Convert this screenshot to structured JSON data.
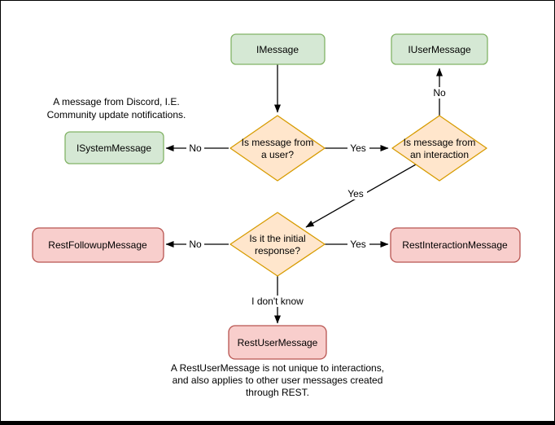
{
  "diagram": {
    "nodes": {
      "imessage": {
        "label": "IMessage",
        "color": "green"
      },
      "iusermessage": {
        "label": "IUserMessage",
        "color": "green"
      },
      "isystemmessage": {
        "label": "ISystemMessage",
        "color": "green"
      },
      "restfollowup": {
        "label": "RestFollowupMessage",
        "color": "red"
      },
      "restinteraction": {
        "label": "RestInteractionMessage",
        "color": "red"
      },
      "restuser": {
        "label": "RestUserMessage",
        "color": "red"
      }
    },
    "decisions": {
      "from_user": {
        "line1": "Is message from",
        "line2": "a user?",
        "color": "orange"
      },
      "from_interaction": {
        "line1": "Is message from",
        "line2": "an interaction",
        "color": "orange"
      },
      "initial_response": {
        "line1": "Is it the initial",
        "line2": "response?",
        "color": "orange"
      }
    },
    "edge_labels": {
      "interaction_to_iusermessage": "No",
      "user_to_interaction": "Yes",
      "user_to_isystemmessage": "No",
      "interaction_to_initial": "Yes",
      "initial_to_restfollowup": "No",
      "initial_to_restinteraction": "Yes",
      "initial_to_restuser": "I don't know"
    },
    "annotations": {
      "system_note": {
        "line1": "A message from Discord, I.E.",
        "line2": "Community update notifications."
      },
      "restuser_note": {
        "line1": "A RestUserMessage is not unique to interactions,",
        "line2": "and also applies to other user messages created",
        "line3": "through REST."
      }
    },
    "palette": {
      "green_fill": "#d5e8d4",
      "green_stroke": "#82b366",
      "orange_fill": "#ffe6cc",
      "orange_stroke": "#d79b00",
      "red_fill": "#f8cecc",
      "red_stroke": "#b85450",
      "edge_color": "#000000",
      "text_color": "#000000",
      "background": "#ffffff",
      "frame_border": "#000000"
    }
  }
}
